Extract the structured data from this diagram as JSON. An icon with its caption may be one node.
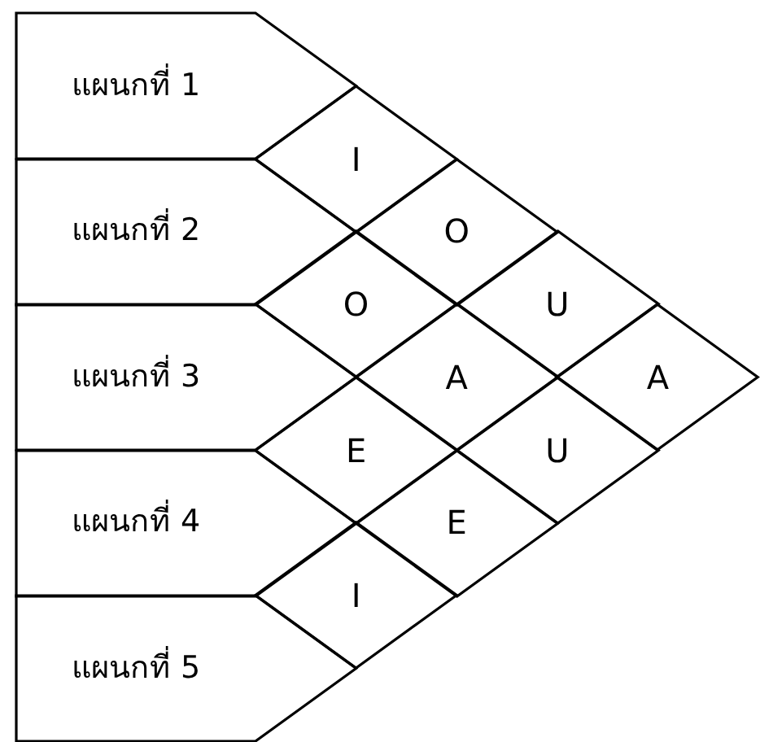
{
  "diagram": {
    "nodes": [
      {
        "text": [
          "แผนกที่ 1"
        ]
      },
      {
        "text": [
          "แผนกที่ 2"
        ]
      },
      {
        "text": [
          "แผนกที่ 3"
        ]
      },
      {
        "text": [
          "แผนกที่ 4"
        ]
      },
      {
        "text": [
          "แผนกที่ 5"
        ]
      },
      {
        "text": [
          "I"
        ]
      },
      {
        "text": [
          "O"
        ]
      },
      {
        "text": [
          "U"
        ]
      },
      {
        "text": [
          "A"
        ]
      },
      {
        "text": [
          "O"
        ]
      },
      {
        "text": [
          "A"
        ]
      },
      {
        "text": [
          "U"
        ]
      },
      {
        "text": [
          "E"
        ]
      },
      {
        "text": [
          "E"
        ]
      },
      {
        "text": [
          "I"
        ]
      }
    ]
  }
}
